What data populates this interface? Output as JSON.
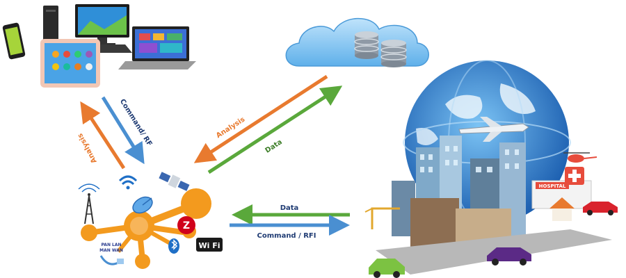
{
  "colors": {
    "analysis": "#e87a2f",
    "data": "#5aa83b",
    "command": "#4a8fd1",
    "hub": "#f39a1e",
    "label_text": "#1f3b73"
  },
  "arrows": {
    "devices_analysis": "Analysis",
    "devices_command": "Command/ RF",
    "cloud_analysis": "Analysis",
    "cloud_data": "Data",
    "city_data": "Data",
    "city_command": "Command / RFI"
  },
  "hub": {
    "network_line1": "PAN LAN",
    "network_line2": "MAN WAN",
    "zigbee_letter": "Z",
    "wifi_wordmark": "Wi Fi"
  },
  "city": {
    "hospital_sign": "HOSPITAL"
  },
  "icons": {
    "devices": "computer-devices-icon",
    "cloud": "cloud-database-icon",
    "city": "smart-city-globe-icon",
    "wifi": "wifi-signal-icon",
    "bluetooth": "bluetooth-icon",
    "satellite": "satellite-icon",
    "tower": "radio-tower-icon",
    "dish": "satellite-dish-icon"
  }
}
